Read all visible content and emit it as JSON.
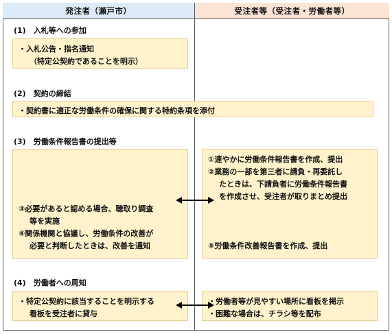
{
  "header": {
    "left": "発注者（瀬戸市）",
    "right": "受注者等（受注者・労働者等）"
  },
  "sections": {
    "s1": {
      "title": "(1)　入札等への参加",
      "left_lines": [
        "・入札公告・指名通知",
        "（特定公契約であることを明示）"
      ]
    },
    "s2": {
      "title": "(2)　契約の締結",
      "left_lines": [
        "・契約書に適正な労働条件の確保に関する特約条項を添付"
      ]
    },
    "s3": {
      "title": "(3)　労働条件報告書の提出等",
      "left_lines": [
        "③必要があると認める場合、聴取り調査",
        "等を実施",
        "④関係機関と協議し、労働条件の改善が",
        "必要と判断したときは、改善を通知"
      ],
      "right_lines": [
        "①速やかに労働条件報告書を作成、提出",
        "②業務の一部を第三者に請負・再委託し",
        "たときは、下請負者に労働条件報告書",
        "を作成させ、受注者が取りまとめ提出",
        "⑤労働条件改善報告書を作成、提出"
      ]
    },
    "s4": {
      "title": "(4)　労働者への周知",
      "left_lines": [
        "・特定公契約に該当することを明示する",
        "看板を受注者に貸与"
      ],
      "right_lines": [
        "・労働者等が見やすい場所に看板を掲示",
        "・困難な場合は、チラシ等を配布"
      ]
    }
  },
  "colors": {
    "header_left": "#ddeaf7",
    "header_right": "#fbe4d5",
    "box_fill": "#fff2cc",
    "arrow": "#000000"
  }
}
